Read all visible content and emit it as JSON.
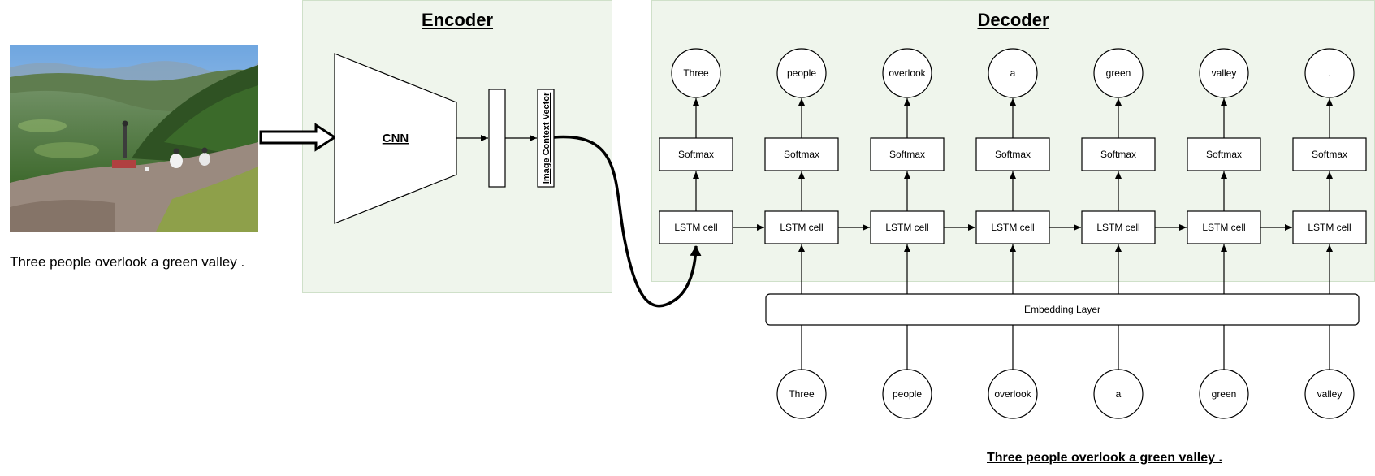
{
  "input_caption": "Three people overlook a green valley .",
  "encoder": {
    "title": "Encoder",
    "cnn_label": "CNN",
    "context_vector_label": "Image Context Vector"
  },
  "decoder": {
    "title": "Decoder",
    "outputs": [
      "Three",
      "people",
      "overlook",
      "a",
      "green",
      "valley",
      "."
    ],
    "softmax_label": "Softmax",
    "lstm_label": "LSTM cell",
    "embedding_label": "Embedding Layer",
    "inputs": [
      "Three",
      "people",
      "overlook",
      "a",
      "green",
      "valley"
    ]
  },
  "output_caption": "Three people overlook a green valley .",
  "colors": {
    "panel_fill": "#eff5ec",
    "panel_border": "#cfe0c9",
    "stroke": "#000000"
  }
}
